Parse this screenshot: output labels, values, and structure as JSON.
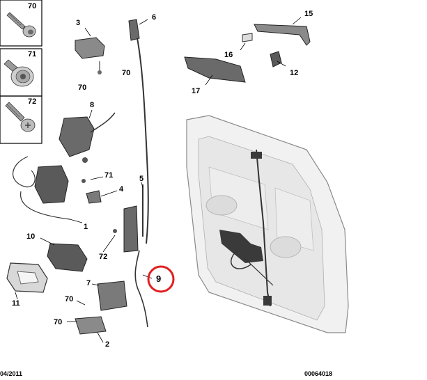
{
  "fastener_boxes": [
    {
      "ref": "70",
      "icon": "bolt-icon"
    },
    {
      "ref": "71",
      "icon": "flange-bolt-icon"
    },
    {
      "ref": "72",
      "icon": "screw-icon"
    }
  ],
  "callouts": {
    "c1": "1",
    "c2": "2",
    "c3": "3",
    "c4": "4",
    "c5": "5",
    "c6": "6",
    "c7": "7",
    "c8": "8",
    "c9": "9",
    "c10": "10",
    "c11": "11",
    "c12": "12",
    "c15": "15",
    "c16": "16",
    "c17": "17",
    "c70a": "70",
    "c70b": "70",
    "c70c": "70",
    "c70d": "70",
    "c71": "71",
    "c72": "72"
  },
  "footer": {
    "date": "04/2011",
    "doc_number": "00064018"
  },
  "highlight": {
    "ref": "9",
    "color": "#e02020"
  },
  "colors": {
    "part_gray": "#9a9a9a",
    "part_dark": "#3a3a3a",
    "door_fill": "#f1f1f1",
    "line": "#222222"
  }
}
